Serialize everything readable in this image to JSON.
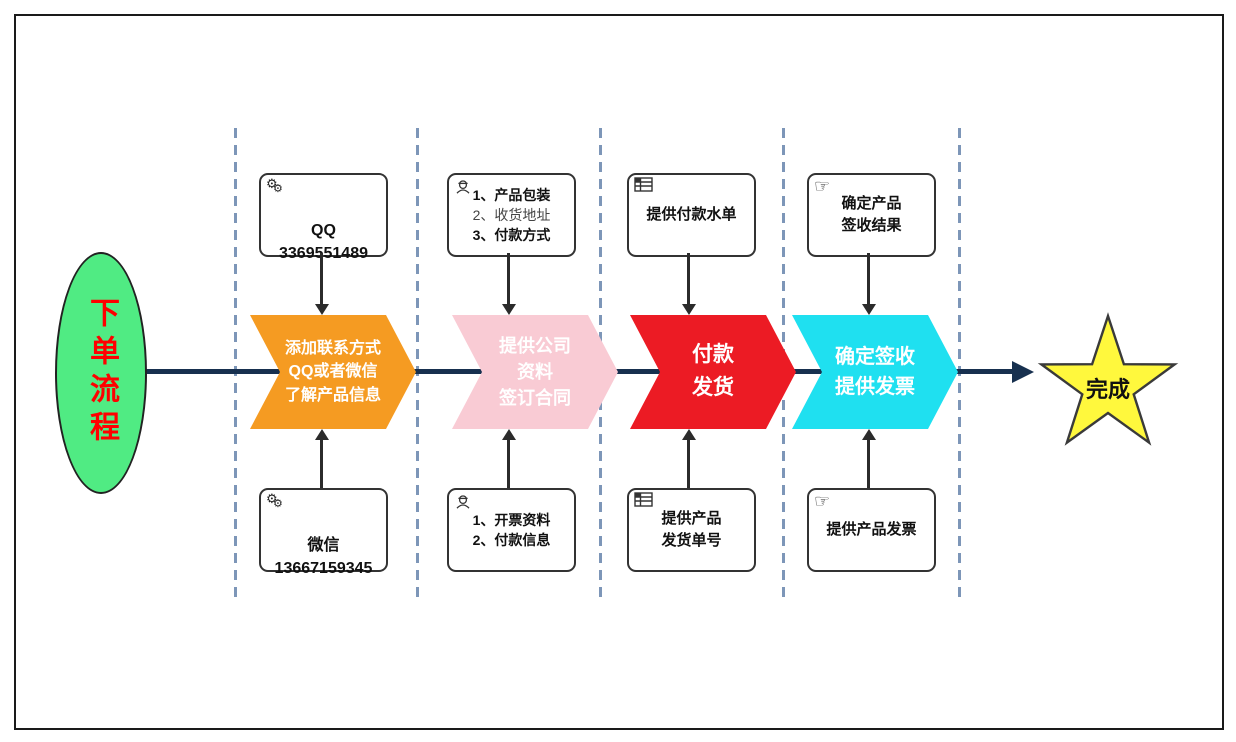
{
  "diagram": {
    "start_label": "下单流程",
    "finish_label": "完成"
  },
  "colors": {
    "stage1_chevron": "#F59B22",
    "stage2_chevron": "#F9CBD4",
    "stage3_chevron": "#EC1B24",
    "stage4_chevron": "#1FE0F0",
    "start_fill": "#50EB83",
    "start_text": "#FF0000",
    "star_fill": "#FFF83D",
    "flow_line": "#17304F",
    "lane_divider": "#7D96B8"
  },
  "stages": [
    {
      "chevron_lines": [
        "添加联系方式",
        "QQ或者微信",
        "了解产品信息"
      ],
      "top_box": {
        "icon": "gears-icon",
        "lines": [
          "QQ",
          "3369551489"
        ]
      },
      "bottom_box": {
        "icon": "gears-icon",
        "lines": [
          "微信",
          "13667159345"
        ]
      }
    },
    {
      "chevron_lines": [
        "提供公司",
        "资料",
        "签订合同"
      ],
      "top_box": {
        "icon": "engineer-icon",
        "lines": [
          "1、产品包装",
          "2、收货地址",
          "3、付款方式"
        ]
      },
      "bottom_box": {
        "icon": "engineer-icon",
        "lines": [
          "1、开票资料",
          "2、付款信息"
        ]
      }
    },
    {
      "chevron_lines": [
        "付款",
        "发货"
      ],
      "top_box": {
        "icon": "table-icon",
        "lines": [
          "提供付款水单"
        ]
      },
      "bottom_box": {
        "icon": "table-icon",
        "lines": [
          "提供产品",
          "发货单号"
        ]
      }
    },
    {
      "chevron_lines": [
        "确定签收",
        "提供发票"
      ],
      "top_box": {
        "icon": "hand-icon",
        "lines": [
          "确定产品",
          "签收结果"
        ]
      },
      "bottom_box": {
        "icon": "hand-icon",
        "lines": [
          "提供产品发票"
        ]
      }
    }
  ]
}
